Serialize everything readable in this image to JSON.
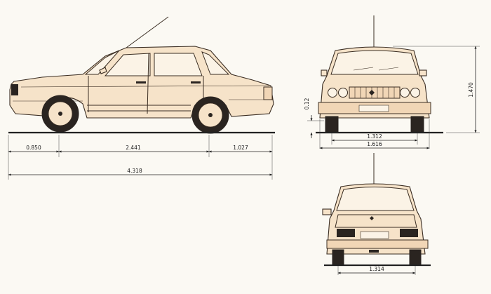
{
  "dimensions": {
    "front_overhang": "0.850",
    "wheelbase": "2.441",
    "rear_overhang": "1.027",
    "overall_length": "4.318",
    "ground_clearance": "0.12",
    "overall_height": "1.470",
    "front_track": "1.312",
    "overall_width": "1.616",
    "rear_track": "1.314"
  },
  "colors": {
    "body": "#f6e3c9",
    "outline": "#3a2d22",
    "paper": "#fbf9f3"
  }
}
